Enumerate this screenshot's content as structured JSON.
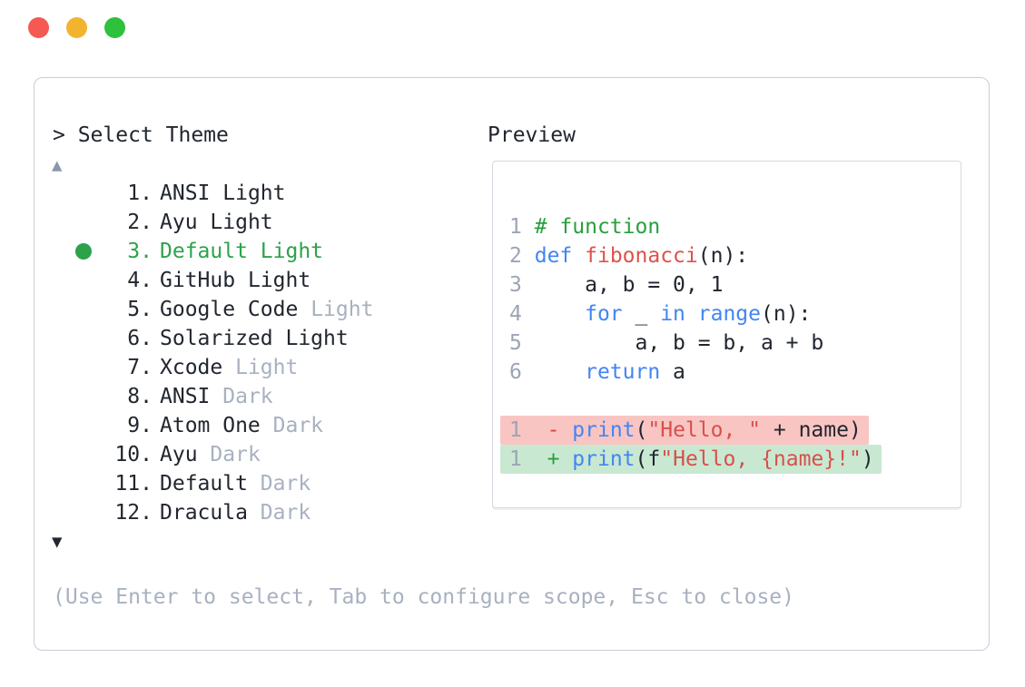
{
  "colors": {
    "accent_green": "#2ca24a",
    "traffic_red": "#f45952",
    "traffic_yellow": "#f2b32f",
    "traffic_green": "#2dc13c",
    "text_dark": "#21262f",
    "text_muted": "#a8b1c0",
    "line_number": "#9ca5b4",
    "syntax_keyword": "#4285f4",
    "syntax_function": "#de524b",
    "syntax_string": "#d8504a",
    "syntax_comment": "#28a03e",
    "diff_removed_bg": "#f9c5c3",
    "diff_added_bg": "#c9e8d2",
    "diff_remove_sign": "#d4453f",
    "diff_add_sign": "#28a03e",
    "panel_border": "#c8cdd7",
    "preview_border": "#d5d9e0",
    "scroll_up_color": "#8b97ab"
  },
  "window_controls": {
    "close": "close",
    "minimize": "minimize",
    "maximize": "maximize"
  },
  "theme_picker": {
    "prompt": "> Select Theme",
    "scroll_up_indicator": "▲",
    "scroll_down_indicator": "▼",
    "selected_indicator": "green-dot",
    "items": [
      {
        "number": "1.",
        "name": "ANSI",
        "variant": "Light",
        "variant_muted": false,
        "selected": false
      },
      {
        "number": "2.",
        "name": "Ayu",
        "variant": "Light",
        "variant_muted": false,
        "selected": false
      },
      {
        "number": "3.",
        "name": "Default",
        "variant": "Light",
        "variant_muted": false,
        "selected": true
      },
      {
        "number": "4.",
        "name": "GitHub",
        "variant": "Light",
        "variant_muted": false,
        "selected": false
      },
      {
        "number": "5.",
        "name": "Google Code",
        "variant": "Light",
        "variant_muted": true,
        "selected": false
      },
      {
        "number": "6.",
        "name": "Solarized",
        "variant": "Light",
        "variant_muted": false,
        "selected": false
      },
      {
        "number": "7.",
        "name": "Xcode",
        "variant": "Light",
        "variant_muted": true,
        "selected": false
      },
      {
        "number": "8.",
        "name": "ANSI",
        "variant": "Dark",
        "variant_muted": true,
        "selected": false
      },
      {
        "number": "9.",
        "name": "Atom One",
        "variant": "Dark",
        "variant_muted": true,
        "selected": false
      },
      {
        "number": "10.",
        "name": "Ayu",
        "variant": "Dark",
        "variant_muted": true,
        "selected": false
      },
      {
        "number": "11.",
        "name": "Default",
        "variant": "Dark",
        "variant_muted": true,
        "selected": false
      },
      {
        "number": "12.",
        "name": "Dracula",
        "variant": "Dark",
        "variant_muted": true,
        "selected": false
      }
    ],
    "hint": "(Use Enter to select, Tab to configure scope, Esc to close)"
  },
  "preview": {
    "label": "Preview",
    "code_lines": [
      {
        "line_number": "1",
        "diff": null,
        "tokens": [
          [
            "# function",
            "comment"
          ]
        ]
      },
      {
        "line_number": "2",
        "diff": null,
        "tokens": [
          [
            "def",
            "keyword"
          ],
          [
            " ",
            "plain"
          ],
          [
            "fibonacci",
            "function"
          ],
          [
            "(n):",
            "plain"
          ]
        ]
      },
      {
        "line_number": "3",
        "diff": null,
        "tokens": [
          [
            "    a, b = 0, 1",
            "plain"
          ]
        ]
      },
      {
        "line_number": "4",
        "diff": null,
        "tokens": [
          [
            "    ",
            "plain"
          ],
          [
            "for",
            "keyword"
          ],
          [
            " _ ",
            "plain"
          ],
          [
            "in",
            "keyword"
          ],
          [
            " ",
            "plain"
          ],
          [
            "range",
            "keyword"
          ],
          [
            "(n):",
            "plain"
          ]
        ]
      },
      {
        "line_number": "5",
        "diff": null,
        "tokens": [
          [
            "        a, b = b, a + b",
            "plain"
          ]
        ]
      },
      {
        "line_number": "6",
        "diff": null,
        "tokens": [
          [
            "    ",
            "plain"
          ],
          [
            "return",
            "keyword"
          ],
          [
            " a",
            "plain"
          ]
        ]
      },
      {
        "blank": true
      },
      {
        "line_number": "1",
        "diff": "removed",
        "tokens": [
          [
            " ",
            "plain"
          ],
          [
            "-",
            "diff-remove-sign"
          ],
          [
            " ",
            "plain"
          ],
          [
            "print",
            "keyword"
          ],
          [
            "(",
            "plain"
          ],
          [
            "\"Hello, \"",
            "string"
          ],
          [
            " + name)",
            "plain"
          ]
        ]
      },
      {
        "line_number": "1",
        "diff": "added",
        "tokens": [
          [
            " ",
            "plain"
          ],
          [
            "+",
            "diff-add-sign"
          ],
          [
            " ",
            "plain"
          ],
          [
            "print",
            "keyword"
          ],
          [
            "(f",
            "plain"
          ],
          [
            "\"Hello, {name}!\"",
            "string"
          ],
          [
            ")",
            "plain"
          ]
        ]
      }
    ]
  }
}
